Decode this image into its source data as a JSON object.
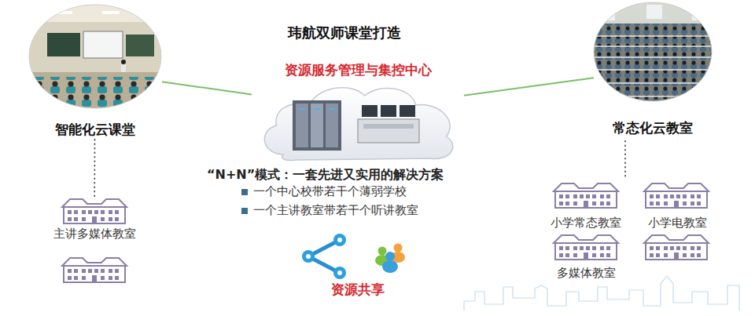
{
  "diagram": {
    "title": "玮航双师课堂打造",
    "nodes": [
      {
        "text": [
          "智能化云课堂"
        ]
      },
      {
        "text": [
          "资源服务管理与集控中心"
        ]
      },
      {
        "text": [
          "常态化云教室"
        ]
      },
      {
        "text": [
          "主讲多媒体教室"
        ]
      },
      {
        "text": [
          "小学常态教室"
        ]
      },
      {
        "text": [
          "小学电教室"
        ]
      },
      {
        "text": [
          "多媒体教室"
        ]
      }
    ],
    "edges": [
      {
        "from": 0,
        "to": 1,
        "arrow": "none"
      },
      {
        "from": 1,
        "to": 2,
        "arrow": "none"
      },
      {
        "from": 0,
        "to": 3,
        "arrow": "none"
      }
    ],
    "labels": [
      "“N+N”模式：一套先进又实用的解决方案",
      "一个中心校带若干个薄弱学校",
      "一个主讲教室带若干个听讲教室",
      "资源共享"
    ]
  }
}
